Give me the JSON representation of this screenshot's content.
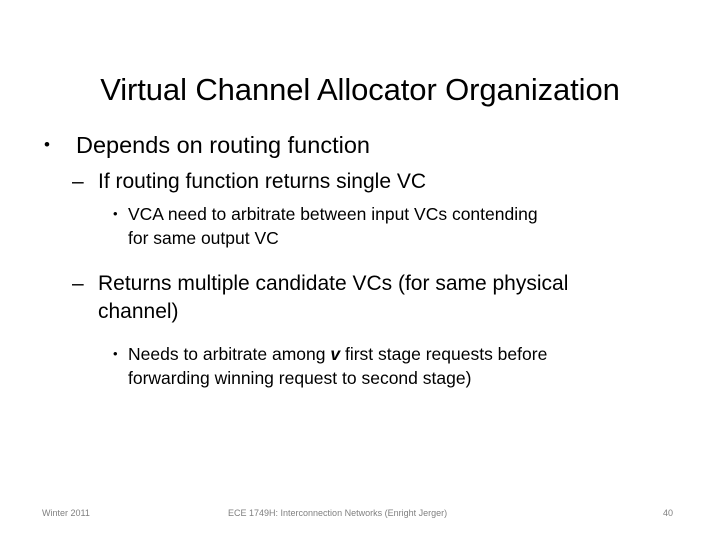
{
  "slide": {
    "title": "Virtual Channel Allocator Organization",
    "bullets": {
      "l1_depends": "Depends on routing function",
      "l2_single_vc": "If routing function returns single VC",
      "l3_vca_arbitrate_a": "VCA need to arbitrate between input VCs contending",
      "l3_vca_arbitrate_b": "for same output VC",
      "l2_multiple_a": "Returns multiple candidate VCs (for same physical",
      "l2_multiple_b": "channel)",
      "l3_needs_pre": "Needs to arbitrate among",
      "l3_needs_var": "v",
      "l3_needs_post": "first stage requests before",
      "l3_needs_b": "forwarding winning request to second stage)"
    },
    "markers": {
      "bullet_dot": "•",
      "dash": "–"
    }
  },
  "footer": {
    "left": "Winter 2011",
    "center": "ECE 1749H: Interconnection Networks (Enright Jerger)",
    "page_number": "40"
  },
  "colors": {
    "background": "#ffffff",
    "text": "#000000",
    "footer_text": "#808080"
  }
}
